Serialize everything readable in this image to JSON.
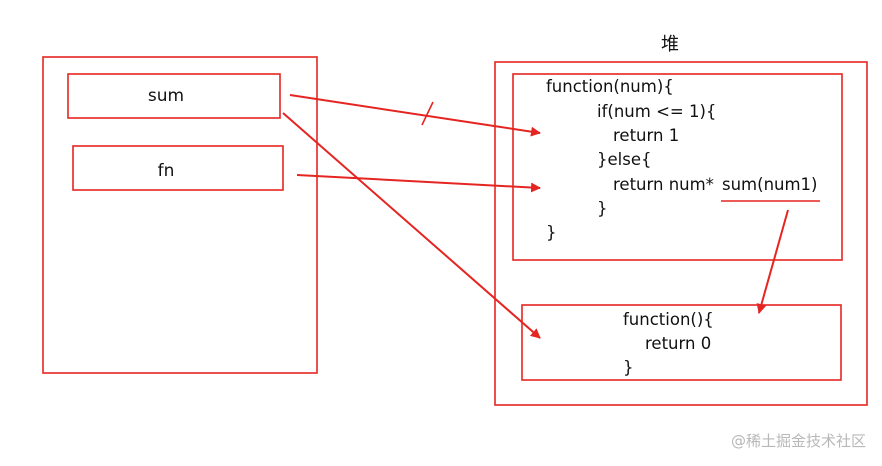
{
  "stack": {
    "var1": "sum",
    "var2": "fn"
  },
  "heap": {
    "title": "堆",
    "func1": {
      "lines": [
        "function(num){",
        "if(num <= 1){",
        "return 1",
        "}else{",
        "return num*",
        "}",
        "}"
      ],
      "call": "sum(num1)"
    },
    "func2": {
      "lines": [
        "function(){",
        "return 0",
        "}"
      ]
    }
  },
  "watermark": "@稀土掘金技术社区",
  "colors": {
    "accent": "#e52521"
  }
}
